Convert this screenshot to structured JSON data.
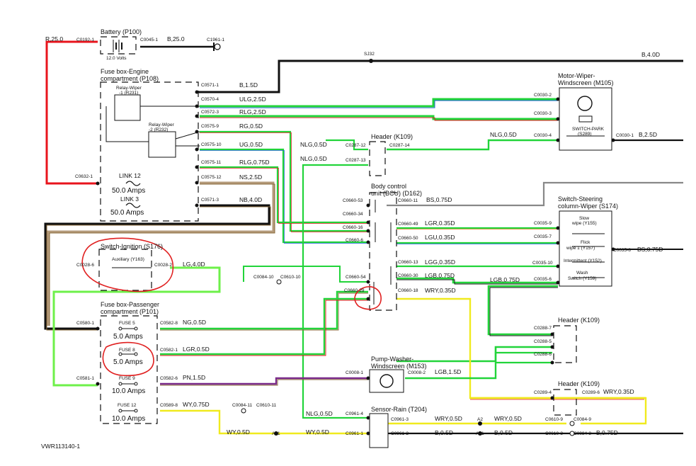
{
  "figure_id": "VWR113140-1",
  "components": {
    "battery": "Battery (P100)",
    "battery_volts": "12.0 Volts",
    "fusebox_engine_l1": "Fuse box-Engine",
    "fusebox_engine_l2": "compartment (P108)",
    "relay1_l1": "Relay-Wiper",
    "relay1_l2": "-1 (R231)",
    "relay2_l1": "Relay-Wiper",
    "relay2_l2": "-2 (R232)",
    "link12": "LINK 12",
    "link12_amps": "50.0 Amps",
    "link3": "LINK 3",
    "link3_amps": "50.0 Amps",
    "ignition": "Switch-Ignition (S176)",
    "ignition_aux": "Auxiliary (Y163)",
    "fusebox_pass_l1": "Fuse box-Passenger",
    "fusebox_pass_l2": "compartment (P101)",
    "fuse5": "FUSE 5",
    "fuse5_amps": "5.0 Amps",
    "fuse8": "FUSE 8",
    "fuse8_amps": "5.0 Amps",
    "fuse9": "FUSE 9",
    "fuse9_amps": "10.0 Amps",
    "fuse12": "FUSE 12",
    "fuse12_amps": "10.0 Amps",
    "header_k109_top": "Header (K109)",
    "bcu_l1": "Body control",
    "bcu_l2": "unit (BCU) (D162)",
    "motor_wiper_l1": "Motor-Wiper-",
    "motor_wiper_l2": "Windscreen (M105)",
    "switch_park_l1": "SWITCH-PARK",
    "switch_park_l2": "(S289)",
    "stalk_l1": "Switch-Steering",
    "stalk_l2": "column-Wiper (S174)",
    "slow_l1": "Slow",
    "slow_l2": "wipe (Y155)",
    "flick_l1": "Flick",
    "flick_l2": "wipe 1 (Y157)",
    "intermittent": "Intermittent (Y152)",
    "wash_l1": "Wash",
    "wash_l2": "Switch (Y159)",
    "header_k109_mid": "Header (K109)",
    "pump_l1": "Pump-Washer-",
    "pump_l2": "Windscreen (M153)",
    "header_k109_low": "Header (K109)",
    "rain_sensor": "Sensor-Rain (T204)"
  },
  "connectors": {
    "c0192_1": "C0192-1",
    "c0045_1": "C0045-1",
    "c1961_1": "C1961-1",
    "sj32": "SJ32",
    "c0571_1": "C0571-1",
    "c0570_4": "C0570-4",
    "c0572_3": "C0572-3",
    "c0575_9": "C0575-9",
    "c0575_10": "C0575-10",
    "c0575_11": "C0575-11",
    "c0575_12": "C0575-12",
    "c0571_3": "C0571-3",
    "c0632_1": "C0632-1",
    "c0030_2": "C0030-2",
    "c0030_3": "C0030-3",
    "c0030_4": "C0030-4",
    "c0030_1": "C0030-1",
    "c0287_12": "C0287-12",
    "c0287_14": "C0287-14",
    "c0287_13": "C0287-13",
    "c0660_53": "C0660-53",
    "c0660_11": "C0660-11",
    "c0660_34": "C0660-34",
    "c0660_16": "C0660-16",
    "c0660_6": "C0660-6",
    "c0660_49": "C0660-49",
    "c0660_50": "C0660-50",
    "c0660_13": "C0660-13",
    "c0660_30": "C0660-30",
    "c0660_18": "C0660-18",
    "c0660_54": "C0660-54",
    "c0660_29": "C0660-29",
    "c0035_9": "C0035-9",
    "c0035_7": "C0035-7",
    "c0035_10": "C0035-10",
    "c0035_6": "C0035-6",
    "c0035_8": "C0035-8",
    "c0028_6": "C0028-6",
    "c0028_2": "C0028-2",
    "c0084_10": "C0084-10",
    "c0610_10": "C0610-10",
    "c0580_1": "C0580-1",
    "c0582_8": "C0582-8",
    "c0582_1": "C0582-1",
    "c0581_1": "C0581-1",
    "c0582_6": "C0582-6",
    "c0589_8": "C0589-8",
    "c0084_11": "C0084-11",
    "c0610_11": "C0610-11",
    "c0288_7": "C0288-7",
    "c0288_5": "C0288-5",
    "c0288_6": "C0288-6",
    "c0008_1": "C0008-1",
    "c0008_2": "C0008-2",
    "c0289_4": "C0289-4",
    "c0289_6": "C0289-6",
    "c0961_4": "C0961-4",
    "c0961_3": "C0961-3",
    "c0961_1": "C0961-1",
    "c0961_2": "C0961-2",
    "c0610_9": "C0610-9",
    "c0084_9": "C0084-9",
    "c0610_3": "C0610-3",
    "c0084_3": "C0084-3",
    "a2": "A2",
    "a51": "A51",
    "a41": "A41"
  },
  "wires": {
    "r25": "R,25.0",
    "b25": "B,25.0",
    "b4": "B,4.0D",
    "b15": "B,1.5D",
    "ulg25": "ULG,2.5D",
    "rlg25": "RLG,2.5D",
    "rg05": "RG,0.5D",
    "ug05": "UG,0.5D",
    "rlg075": "RLG,0.75D",
    "ns25": "NS,2.5D",
    "nb4": "NB,4.0D",
    "nlg05_a": "NLG,0.5D",
    "nlg05_b": "NLG,0.5D",
    "nlg05_c": "NLG,0.5D",
    "b25d": "B,2.5D",
    "bs075_a": "BS,0.75D",
    "bs075_b": "BS,0.75D",
    "lgr035": "LGR,0.35D",
    "lgu035": "LGU,0.35D",
    "lgg035": "LGG,0.35D",
    "lgb075_a": "LGB,0.75D",
    "lgb075_b": "LGB,0.75D",
    "wry035_a": "WRY,0.35D",
    "wry035_b": "WRY,0.35D",
    "lg4": "LG,4.0D",
    "ng05": "NG,0.5D",
    "lgr05": "LGR,0.5D",
    "pn15": "PN,1.5D",
    "wy075": "WY,0.75D",
    "lgb15": "LGB,1.5D",
    "wry05_a": "WRY,0.5D",
    "wry05_b": "WRY,0.5D",
    "b05_a": "B,0.5D",
    "b05_b": "B,0.5D",
    "b075": "B,0.75D",
    "wy05_a": "WY,0.5D",
    "wy05_b": "WY,0.5D"
  },
  "colors": {
    "red": "#e8141c",
    "black": "#111111",
    "green": "#22d43a",
    "light_green": "#6ef04a",
    "yellow": "#f0ea1e",
    "brown": "#8a6a3a",
    "tan": "#b49a7a",
    "orange": "#e07a1a",
    "blue": "#1a5ad8",
    "purple": "#7a2a8a",
    "annotation": "#e02020",
    "gray": "#888888"
  }
}
